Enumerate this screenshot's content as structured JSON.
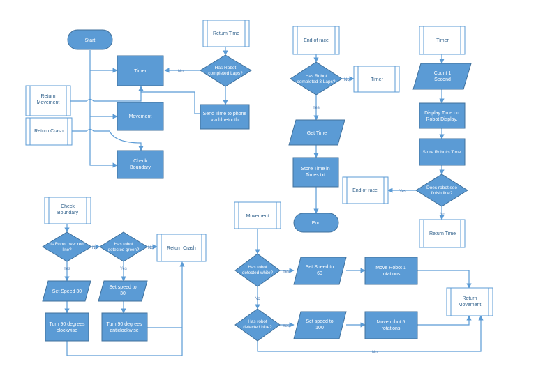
{
  "colors": {
    "fill": "#5b9bd5",
    "stroke": "#41719c",
    "text_on_fill": "#ffffff",
    "subroutine_fill": "#ffffff",
    "subroutine_text": "#2e5f8a",
    "line": "#5b9bd5",
    "label": "#4a7ab0"
  },
  "nodes": {
    "start": "Start",
    "timer_main": "Timer",
    "movement_main": "Movement",
    "check_boundary_main": [
      "Check",
      "Boundary"
    ],
    "return_movement_left": [
      "Return",
      "Movement"
    ],
    "return_crash_left": "Return Crash",
    "return_time_top": "Return Time",
    "has_robot_completed_laps": [
      "Has Robot",
      "completed Laps?"
    ],
    "send_time_to_phone": [
      "Send Time to phone",
      "via bluetooth"
    ],
    "end_of_race_sub": "End of race",
    "has_robot_completed_3_laps": [
      "Has Robot",
      "completed 3 Laps?"
    ],
    "timer_sub": "Timer",
    "get_time": "Get Time",
    "store_time_in_times": [
      "Store Time in",
      "Times.txt"
    ],
    "end": "End",
    "timer_head": "Timer",
    "count_1_second": [
      "Count 1",
      "Second"
    ],
    "display_time": [
      "Display Time on",
      "Robot Display."
    ],
    "store_robots_time": "Store Robot's Time",
    "does_robot_see_finish": [
      "Does robot see",
      "finish line?"
    ],
    "end_of_race_result": "End of race",
    "return_time_bottom": "Return Time",
    "check_boundary_head": [
      "Check",
      "Boundary"
    ],
    "is_robot_over_red": [
      "Is Robot over red",
      "line?"
    ],
    "has_robot_detected_green": [
      "Has robot",
      "detected green?"
    ],
    "return_crash_right": "Return Crash",
    "set_speed_30_a": "Set Speed 30",
    "set_speed_30_b": [
      "Set speed to",
      "30"
    ],
    "turn_clockwise": [
      "Turn 90 degrees",
      "clockwise"
    ],
    "turn_anticlockwise": [
      "Turn 90 degrees",
      "anticlockwise"
    ],
    "movement_head": "Movement",
    "has_robot_detected_white": [
      "Has robot",
      "detected white?"
    ],
    "set_speed_60": [
      "Set Speed to",
      "60"
    ],
    "move_robot_1": [
      "Move Robot 1",
      "rotations"
    ],
    "return_movement_right": [
      "Return",
      "Movement"
    ],
    "has_robot_detected_blue": [
      "Has robot",
      "detected blue?"
    ],
    "set_speed_100": [
      "Set speed to",
      "100"
    ],
    "move_robot_5": [
      "Move robot 5",
      "rotations"
    ]
  },
  "edge_labels": {
    "no": "No",
    "yes": "Yes"
  }
}
